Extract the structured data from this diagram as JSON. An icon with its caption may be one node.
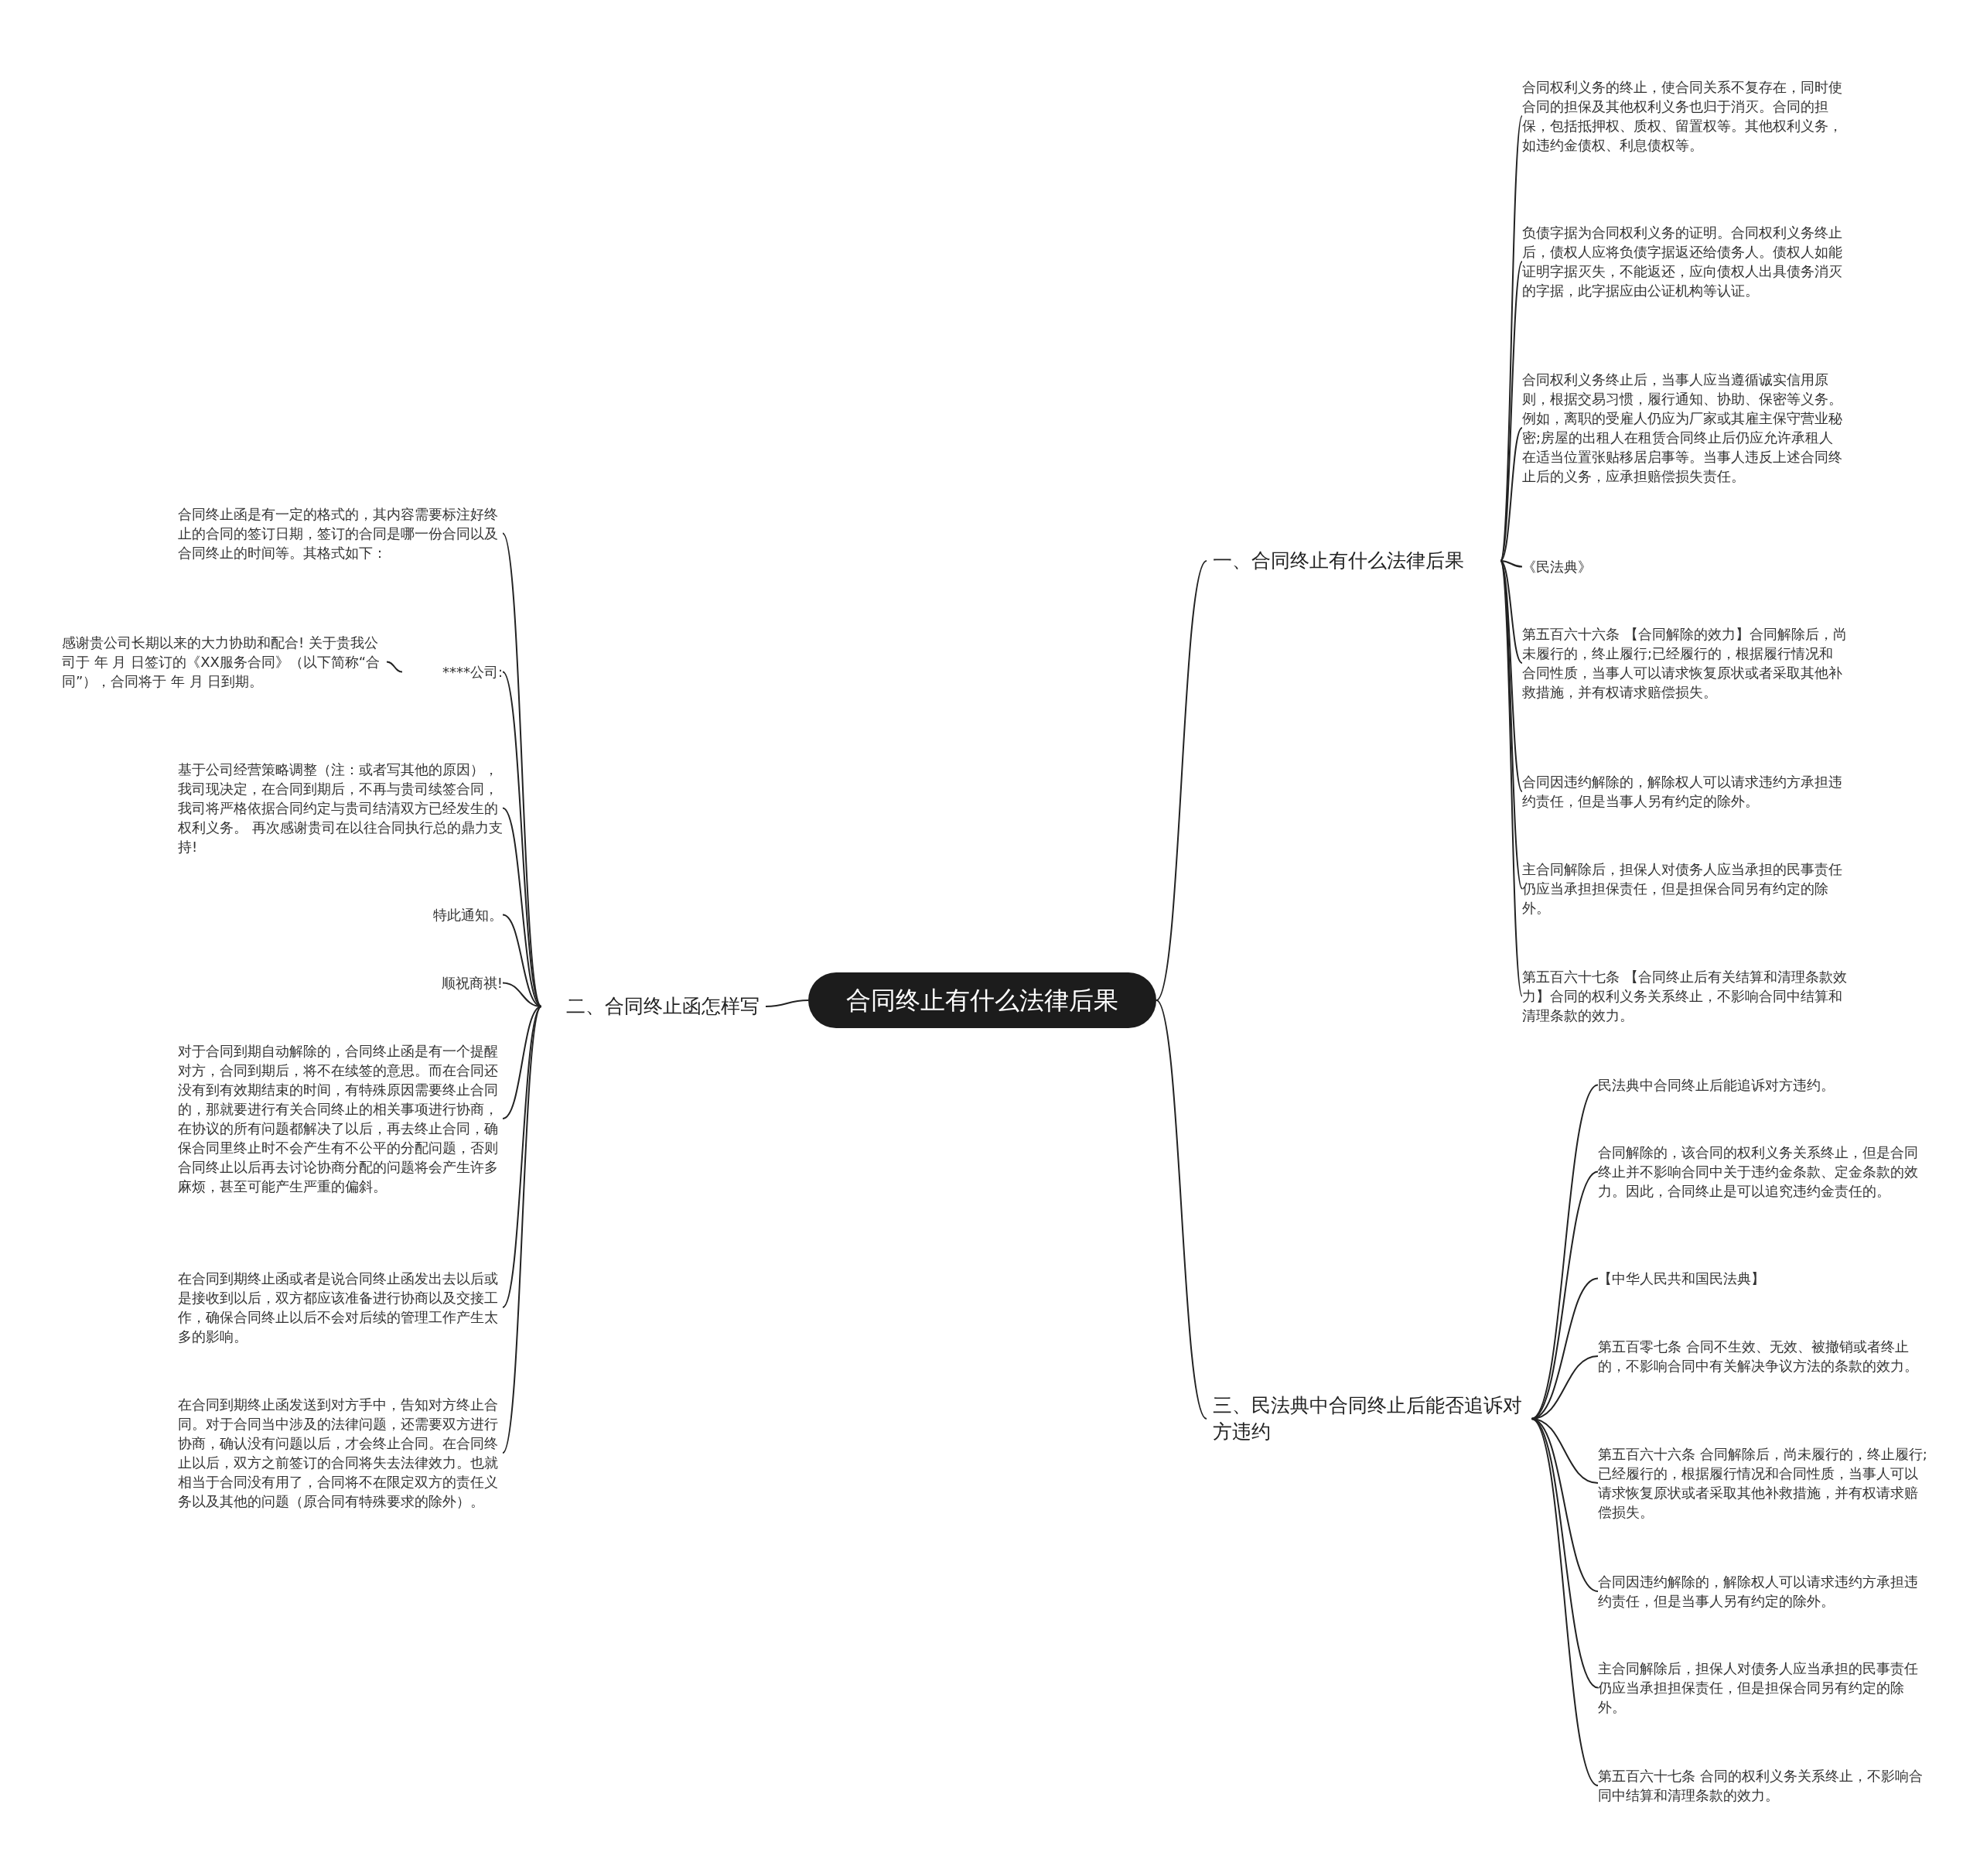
{
  "diagram": {
    "nodes": [
      {
        "text": [
          "合同终止有什么法律后果"
        ]
      },
      {
        "text": [
          "一、合同终止有什么法律后果"
        ]
      },
      {
        "text": [
          "合同权利义务的终止，使合同关系不复存在，同时使合同的担保及其他权利义务也归于消灭。合同的担保，包括抵押权、质权、留置权等。其他权利义务，如违约金债权、利息债权等。"
        ]
      },
      {
        "text": [
          "负债字据为合同权利义务的证明。合同权利义务终止后，债权人应将负债字据返还给债务人。债权人如能证明字据灭失，不能返还，应向债权人出具债务消灭的字据，此字据应由公证机构等认证。"
        ]
      },
      {
        "text": [
          "合同权利义务终止后，当事人应当遵循诚实信用原则，根据交易习惯，履行通知、协助、保密等义务。例如，离职的受雇人仍应为厂家或其雇主保守营业秘密;房屋的出租人在租赁合同终止后仍应允许承租人在适当位置张贴移居启事等。当事人违反上述合同终止后的义务，应承担赔偿损失责任。"
        ]
      },
      {
        "text": [
          "《民法典》"
        ]
      },
      {
        "text": [
          "第五百六十六条 【合同解除的效力】合同解除后，尚未履行的，终止履行;已经履行的，根据履行情况和合同性质，当事人可以请求恢复原状或者采取其他补救措施，并有权请求赔偿损失。"
        ]
      },
      {
        "text": [
          "合同因违约解除的，解除权人可以请求违约方承担违约责任，但是当事人另有约定的除外。"
        ]
      },
      {
        "text": [
          "主合同解除后，担保人对债务人应当承担的民事责任仍应当承担担保责任，但是担保合同另有约定的除外。"
        ]
      },
      {
        "text": [
          "第五百六十七条 【合同终止后有关结算和清理条款效力】合同的权利义务关系终止，不影响合同中结算和清理条款的效力。"
        ]
      },
      {
        "text": [
          "二、合同终止函怎样写"
        ]
      },
      {
        "text": [
          "合同终止函是有一定的格式的，其内容需要标注好终止的合同的签订日期，签订的合同是哪一份合同以及合同终止的时间等。其格式如下："
        ]
      },
      {
        "text": [
          "****公司:"
        ]
      },
      {
        "text": [
          "感谢贵公司长期以来的大力协助和配合! 关于贵我公司于 年 月 日签订的《XX服务合同》（以下简称“合同”），合同将于 年 月 日到期。"
        ]
      },
      {
        "text": [
          "基于公司经营策略调整（注：或者写其他的原因），我司现决定，在合同到期后，不再与贵司续签合同，我司将严格依据合同约定与贵司结清双方已经发生的权利义务。 再次感谢贵司在以往合同执行总的鼎力支持!"
        ]
      },
      {
        "text": [
          "特此通知。"
        ]
      },
      {
        "text": [
          "顺祝商祺!"
        ]
      },
      {
        "text": [
          "对于合同到期自动解除的，合同终止函是有一个提醒对方，合同到期后，将不在续签的意思。而在合同还没有到有效期结束的时间，有特殊原因需要终止合同的，那就要进行有关合同终止的相关事项进行协商，在协议的所有问题都解决了以后，再去终止合同，确保合同里终止时不会产生有不公平的分配问题，否则合同终止以后再去讨论协商分配的问题将会产生许多麻烦，甚至可能产生严重的偏斜。"
        ]
      },
      {
        "text": [
          "在合同到期终止函或者是说合同终止函发出去以后或是接收到以后，双方都应该准备进行协商以及交接工作，确保合同终止以后不会对后续的管理工作产生太多的影响。"
        ]
      },
      {
        "text": [
          "在合同到期终止函发送到对方手中，告知对方终止合同。对于合同当中涉及的法律问题，还需要双方进行协商，确认没有问题以后，才会终止合同。在合同终止以后，双方之前签订的合同将失去法律效力。也就相当于合同没有用了，合同将不在限定双方的责任义务以及其他的问题（原合同有特殊要求的除外）。"
        ]
      },
      {
        "text": [
          "三、民法典中合同终止后能否追诉对方违约"
        ]
      },
      {
        "text": [
          "民法典中合同终止后能追诉对方违约。"
        ]
      },
      {
        "text": [
          "合同解除的，该合同的权利义务关系终止，但是合同终止并不影响合同中关于违约金条款、定金条款的效力。因此，合同终止是可以追究违约金责任的。"
        ]
      },
      {
        "text": [
          "【中华人民共和国民法典】"
        ]
      },
      {
        "text": [
          "第五百零七条 合同不生效、无效、被撤销或者终止的，不影响合同中有关解决争议方法的条款的效力。"
        ]
      },
      {
        "text": [
          "第五百六十六条 合同解除后，尚未履行的，终止履行;已经履行的，根据履行情况和合同性质，当事人可以请求恢复原状或者采取其他补救措施，并有权请求赔偿损失。"
        ]
      },
      {
        "text": [
          "合同因违约解除的，解除权人可以请求违约方承担违约责任，但是当事人另有约定的除外。"
        ]
      },
      {
        "text": [
          "主合同解除后，担保人对债务人应当承担的民事责任仍应当承担担保责任，但是担保合同另有约定的除外。"
        ]
      },
      {
        "text": [
          "第五百六十七条 合同的权利义务关系终止，不影响合同中结算和清理条款的效力。"
        ]
      }
    ],
    "edges": [
      {
        "from": 0,
        "to": 1,
        "arrow": "none"
      },
      {
        "from": 1,
        "to": 2,
        "arrow": "none"
      },
      {
        "from": 1,
        "to": 3,
        "arrow": "none"
      },
      {
        "from": 1,
        "to": 4,
        "arrow": "none"
      },
      {
        "from": 1,
        "to": 5,
        "arrow": "none"
      },
      {
        "from": 1,
        "to": 6,
        "arrow": "none"
      },
      {
        "from": 1,
        "to": 7,
        "arrow": "none"
      },
      {
        "from": 1,
        "to": 8,
        "arrow": "none"
      },
      {
        "from": 1,
        "to": 9,
        "arrow": "none"
      },
      {
        "from": 0,
        "to": 10,
        "arrow": "none"
      },
      {
        "from": 10,
        "to": 11,
        "arrow": "none"
      },
      {
        "from": 10,
        "to": 12,
        "arrow": "none"
      },
      {
        "from": 12,
        "to": 13,
        "arrow": "none"
      },
      {
        "from": 10,
        "to": 14,
        "arrow": "none"
      },
      {
        "from": 10,
        "to": 15,
        "arrow": "none"
      },
      {
        "from": 10,
        "to": 16,
        "arrow": "none"
      },
      {
        "from": 10,
        "to": 17,
        "arrow": "none"
      },
      {
        "from": 10,
        "to": 18,
        "arrow": "none"
      },
      {
        "from": 10,
        "to": 19,
        "arrow": "none"
      },
      {
        "from": 0,
        "to": 20,
        "arrow": "none"
      },
      {
        "from": 20,
        "to": 21,
        "arrow": "none"
      },
      {
        "from": 20,
        "to": 22,
        "arrow": "none"
      },
      {
        "from": 20,
        "to": 23,
        "arrow": "none"
      },
      {
        "from": 20,
        "to": 24,
        "arrow": "none"
      },
      {
        "from": 20,
        "to": 25,
        "arrow": "none"
      },
      {
        "from": 20,
        "to": 26,
        "arrow": "none"
      },
      {
        "from": 20,
        "to": 27,
        "arrow": "none"
      },
      {
        "from": 20,
        "to": 28,
        "arrow": "none"
      }
    ]
  }
}
